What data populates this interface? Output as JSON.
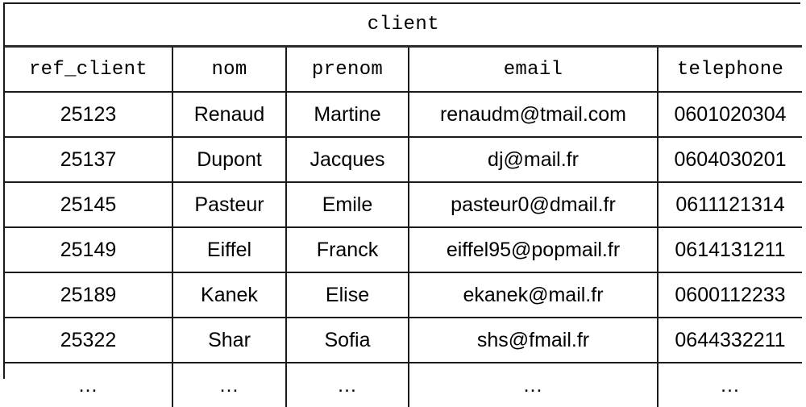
{
  "table": {
    "title": "client",
    "columns": [
      {
        "key": "ref_client",
        "label": "ref_client"
      },
      {
        "key": "nom",
        "label": "nom"
      },
      {
        "key": "prenom",
        "label": "prenom"
      },
      {
        "key": "email",
        "label": "email"
      },
      {
        "key": "telephone",
        "label": "telephone"
      }
    ],
    "rows": [
      {
        "ref_client": "25123",
        "nom": "Renaud",
        "prenom": "Martine",
        "email": "renaudm@tmail.com",
        "telephone": "0601020304"
      },
      {
        "ref_client": "25137",
        "nom": "Dupont",
        "prenom": "Jacques",
        "email": "dj@mail.fr",
        "telephone": "0604030201"
      },
      {
        "ref_client": "25145",
        "nom": "Pasteur",
        "prenom": "Emile",
        "email": "pasteur0@dmail.fr",
        "telephone": "0611121314"
      },
      {
        "ref_client": "25149",
        "nom": "Eiffel",
        "prenom": "Franck",
        "email": "eiffel95@popmail.fr",
        "telephone": "0614131211"
      },
      {
        "ref_client": "25189",
        "nom": "Kanek",
        "prenom": "Elise",
        "email": "ekanek@mail.fr",
        "telephone": "0600112233"
      },
      {
        "ref_client": "25322",
        "nom": "Shar",
        "prenom": "Sofia",
        "email": "shs@fmail.fr",
        "telephone": "0644332211"
      },
      {
        "ref_client": "…",
        "nom": "…",
        "prenom": "…",
        "email": "…",
        "telephone": "…"
      }
    ]
  },
  "style": {
    "border_color": "#1a1a1a",
    "title_border_color": "#2b2b2b",
    "background": "#ffffff",
    "text_color": "#000000"
  }
}
